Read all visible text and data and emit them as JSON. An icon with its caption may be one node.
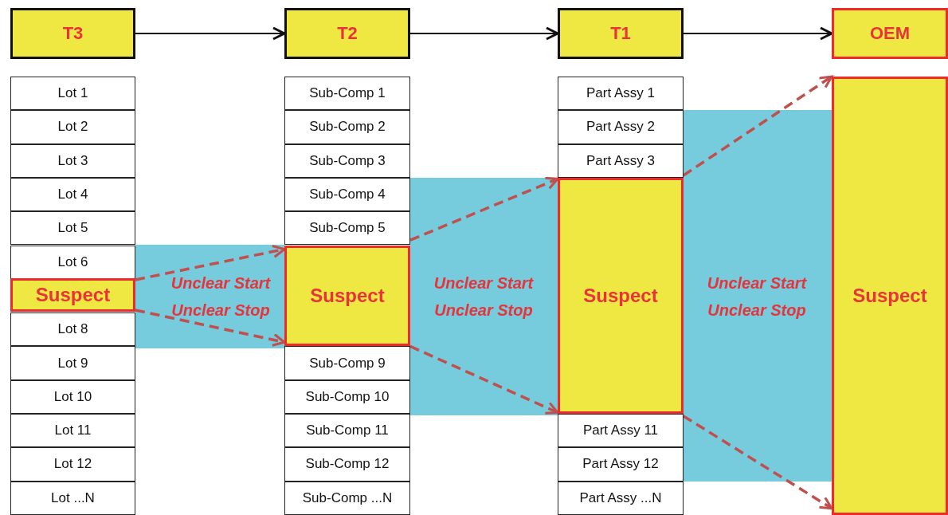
{
  "diagram": {
    "nodes": [
      {
        "text": [
          "T3"
        ]
      },
      {
        "text": [
          "T2"
        ]
      },
      {
        "text": [
          "T1"
        ]
      },
      {
        "text": [
          "OEM"
        ]
      },
      {
        "text": [
          "Lot 1"
        ]
      },
      {
        "text": [
          "Lot 2"
        ]
      },
      {
        "text": [
          "Lot 3"
        ]
      },
      {
        "text": [
          "Lot 4"
        ]
      },
      {
        "text": [
          "Lot 5"
        ]
      },
      {
        "text": [
          "Lot 6"
        ]
      },
      {
        "text": [
          "Suspect"
        ]
      },
      {
        "text": [
          "Lot 8"
        ]
      },
      {
        "text": [
          "Lot 9"
        ]
      },
      {
        "text": [
          "Lot 10"
        ]
      },
      {
        "text": [
          "Lot 11"
        ]
      },
      {
        "text": [
          "Lot 12"
        ]
      },
      {
        "text": [
          "Lot ...N"
        ]
      },
      {
        "text": [
          "Sub-Comp 1"
        ]
      },
      {
        "text": [
          "Sub-Comp 2"
        ]
      },
      {
        "text": [
          "Sub-Comp 3"
        ]
      },
      {
        "text": [
          "Sub-Comp 4"
        ]
      },
      {
        "text": [
          "Sub-Comp 5"
        ]
      },
      {
        "text": [
          "Suspect"
        ]
      },
      {
        "text": [
          "Sub-Comp 9"
        ]
      },
      {
        "text": [
          "Sub-Comp 10"
        ]
      },
      {
        "text": [
          "Sub-Comp 11"
        ]
      },
      {
        "text": [
          "Sub-Comp 12"
        ]
      },
      {
        "text": [
          "Sub-Comp ...N"
        ]
      },
      {
        "text": [
          "Part Assy 1"
        ]
      },
      {
        "text": [
          "Part Assy 2"
        ]
      },
      {
        "text": [
          "Part Assy 3"
        ]
      },
      {
        "text": [
          "Suspect"
        ]
      },
      {
        "text": [
          "Part Assy 11"
        ]
      },
      {
        "text": [
          "Part Assy 12"
        ]
      },
      {
        "text": [
          "Part Assy ...N"
        ]
      },
      {
        "text": [
          "Suspect"
        ]
      }
    ],
    "edges": [
      {
        "from": 0,
        "to": 1,
        "arrow": "to",
        "color": "#111111"
      },
      {
        "from": 1,
        "to": 2,
        "arrow": "to",
        "color": "#111111"
      },
      {
        "from": 2,
        "to": 3,
        "arrow": "to",
        "color": "#111111"
      },
      {
        "from": 10,
        "to": 22,
        "arrow": "to",
        "style": "dashed"
      },
      {
        "from": 10,
        "to": 22,
        "arrow": "to",
        "style": "dashed"
      },
      {
        "from": 22,
        "to": 31,
        "arrow": "to",
        "style": "dashed"
      },
      {
        "from": 22,
        "to": 31,
        "arrow": "to",
        "style": "dashed"
      },
      {
        "from": 31,
        "to": 35,
        "arrow": "to",
        "style": "dashed"
      },
      {
        "from": 31,
        "to": 35,
        "arrow": "to",
        "style": "dashed"
      }
    ],
    "labels": [
      "Unclear Start",
      "Unclear Stop",
      "Unclear Start",
      "Unclear Stop",
      "Unclear Start",
      "Unclear Stop"
    ]
  }
}
